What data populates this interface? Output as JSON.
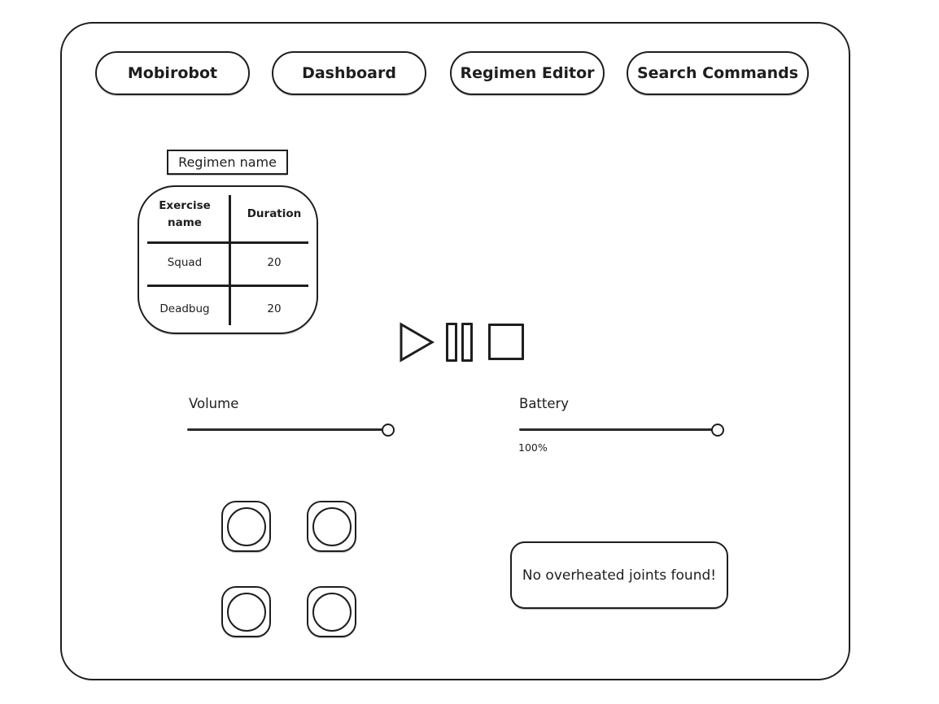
{
  "nav": {
    "items": [
      {
        "label": "Mobirobot"
      },
      {
        "label": "Dashboard"
      },
      {
        "label": "Regimen Editor"
      },
      {
        "label": "Search Commands"
      }
    ]
  },
  "regimen_editor": {
    "name_field": {
      "value": "Regimen name"
    },
    "table": {
      "headers": {
        "exercise": "Exercise name",
        "duration": "Duration"
      },
      "rows": [
        {
          "exercise": "Squad",
          "duration": "20"
        },
        {
          "exercise": "Deadbug",
          "duration": "20"
        }
      ]
    }
  },
  "playback": {
    "icons": [
      {
        "name": "play-icon"
      },
      {
        "name": "pause-icon"
      },
      {
        "name": "stop-icon"
      }
    ]
  },
  "sliders": {
    "volume": {
      "label": "Volume",
      "knob_position": 1.0
    },
    "battery": {
      "label": "Battery",
      "knob_position": 1.0,
      "value_text": "100%"
    }
  },
  "pad": {
    "button_count": 4
  },
  "status": {
    "message": "No overheated joints found!"
  },
  "colors": {
    "stroke": "#1e1e1e",
    "background": "#ffffff",
    "knob_fill": "#fbfbfb"
  }
}
